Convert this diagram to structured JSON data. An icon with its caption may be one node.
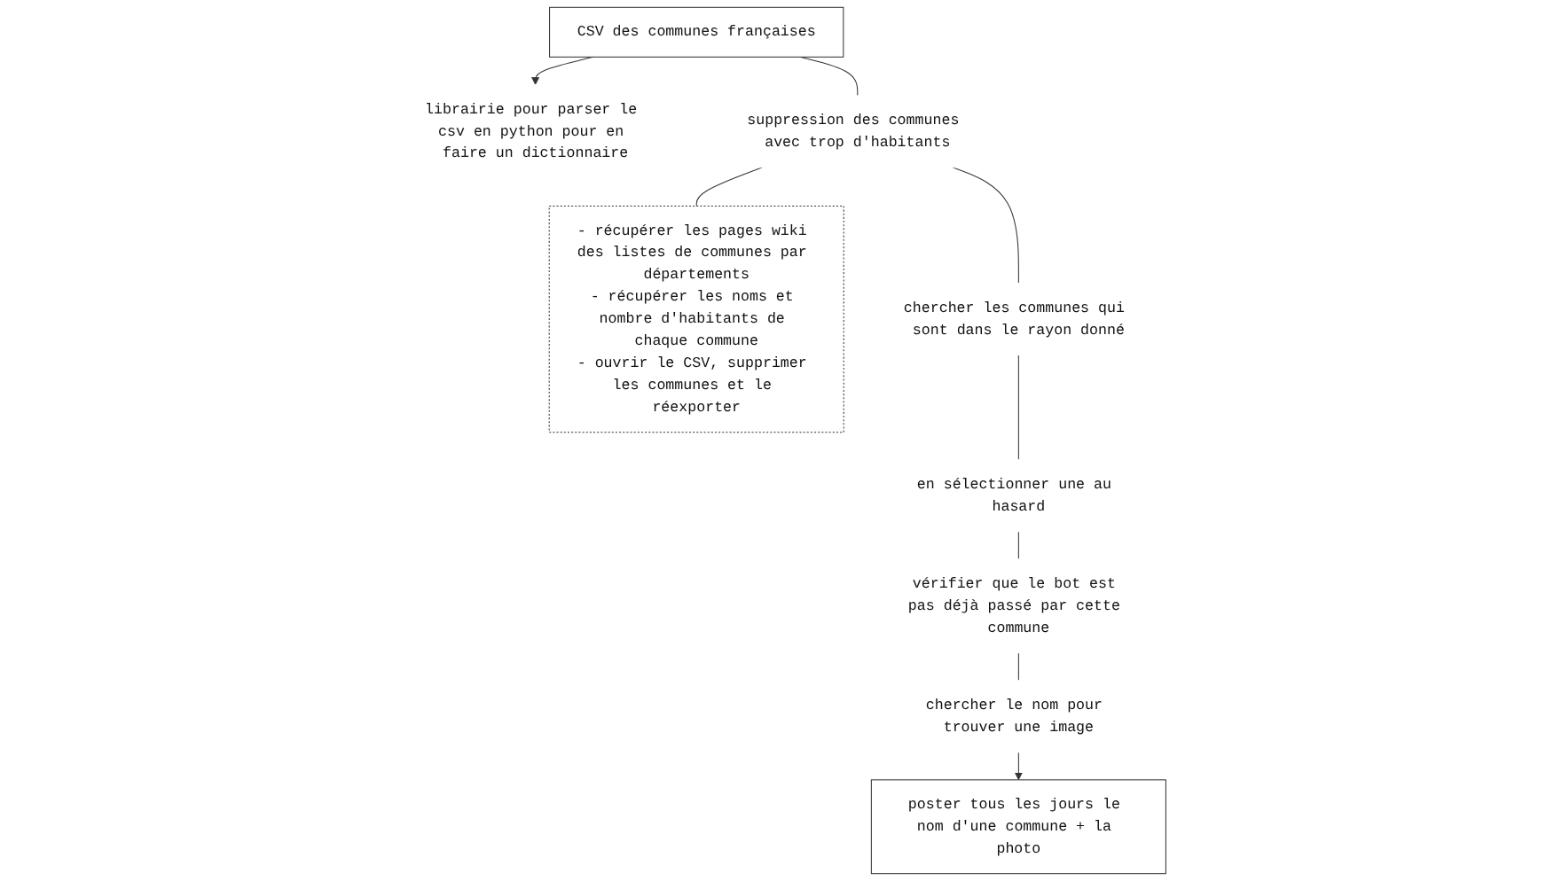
{
  "diagram": {
    "nodes": [
      {
        "text": [
          "CSV des communes françaises"
        ]
      },
      {
        "text": [
          "librairie pour parser le csv en python pour en faire un dictionnaire"
        ]
      },
      {
        "text": [
          "suppression des communes avec trop d'habitants"
        ]
      },
      {
        "text": [
          "- récupérer les pages wiki des listes de communes par départements",
          "- récupérer les noms et nombre d'habitants de chaque commune",
          "- ouvrir le CSV, supprimer les communes et le réexporter"
        ]
      },
      {
        "text": [
          "chercher les communes qui sont dans le rayon donné"
        ]
      },
      {
        "text": [
          "en sélectionner une au hasard"
        ]
      },
      {
        "text": [
          "vérifier que le bot est pas déjà passé par cette commune"
        ]
      },
      {
        "text": [
          "chercher le nom pour trouver une image"
        ]
      },
      {
        "text": [
          "poster tous les jours le nom d'une commune + la photo"
        ]
      }
    ],
    "edges": [
      {
        "from": 0,
        "to": 1,
        "arrow": "to"
      },
      {
        "from": 0,
        "to": 2,
        "arrow": "none"
      },
      {
        "from": 2,
        "to": 3,
        "arrow": "none"
      },
      {
        "from": 2,
        "to": 4,
        "arrow": "none"
      },
      {
        "from": 4,
        "to": 5,
        "arrow": "none"
      },
      {
        "from": 5,
        "to": 6,
        "arrow": "none"
      },
      {
        "from": 6,
        "to": 7,
        "arrow": "none"
      },
      {
        "from": 7,
        "to": 8,
        "arrow": "to"
      }
    ]
  }
}
